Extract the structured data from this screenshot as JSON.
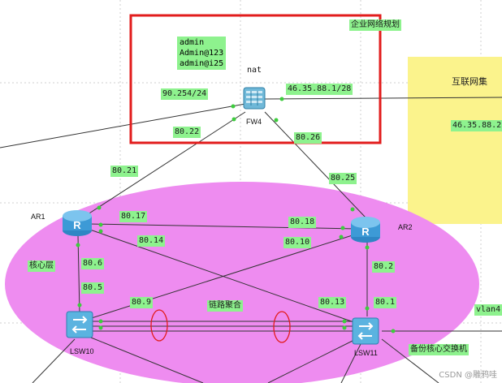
{
  "diagram": {
    "title": "企业网络规划",
    "internet_label": "互联网集",
    "nat_label": "nat",
    "credentials": [
      "admin",
      "Admin@123",
      "admin@i25"
    ],
    "devices": {
      "fw": {
        "name": "FW4",
        "icon": "firewall-icon"
      },
      "ar1": {
        "name": "AR1",
        "icon": "router-icon"
      },
      "ar2": {
        "name": "AR2",
        "icon": "router-icon"
      },
      "lsw10": {
        "name": "LSW10",
        "icon": "switch-icon"
      },
      "lsw11": {
        "name": "LSW11",
        "icon": "switch-icon"
      }
    },
    "labels": {
      "fw_left": "90.254/24",
      "fw_right": "46.35.88.1/28",
      "fw_ar1": "80.22",
      "fw_ar2": "80.26",
      "ar1_fw": "80.21",
      "ar2_fw": "80.25",
      "ar1_ar2": "80.17",
      "ar2_ar1": "80.18",
      "ar1_lsw11": "80.14",
      "ar2_lsw10": "80.10",
      "ar1_lsw10": "80.6",
      "lsw10_ar1": "80.5",
      "ar2_lsw11": "80.2",
      "lsw11_ar2": "80.1",
      "lsw10_lsw11": "80.9",
      "lsw11_lsw10": "80.13",
      "internet_ip": "46.35.88.2",
      "core_layer": "核心层",
      "link_agg": "链路聚合",
      "backup_core": "备份核心交换机",
      "vlan": "vlan4"
    },
    "colors": {
      "ellipse": "#ee8cf0",
      "label_bg": "#8ef28e",
      "highlight_box": "#e21c1c",
      "internet_box": "#fbf38c"
    }
  },
  "watermark": "CSDN @雕鸦哇"
}
